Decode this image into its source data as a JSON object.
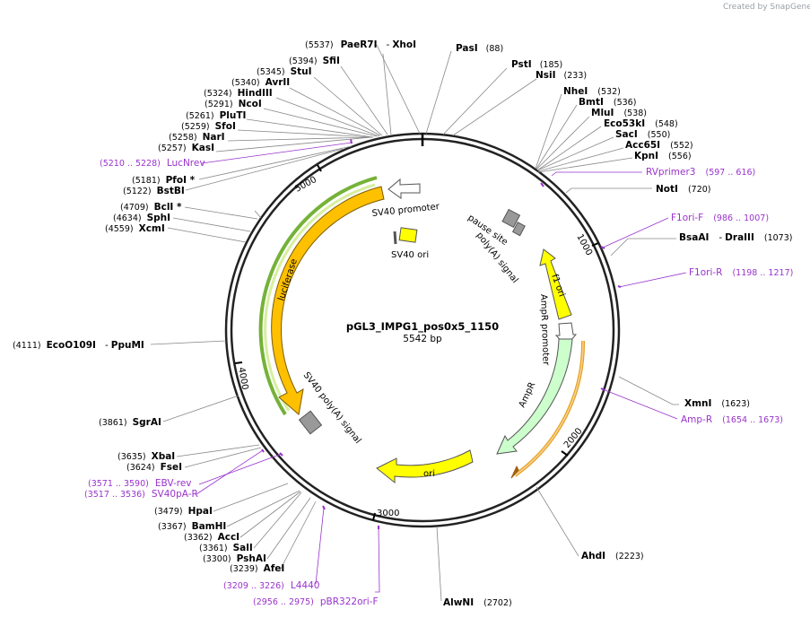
{
  "watermark": "Created by SnapGene",
  "plasmid": {
    "name": "pGL3_IMPG1_pos0x5_1150",
    "length": "5542 bp"
  },
  "ticks": [
    "1000",
    "2000",
    "3000",
    "4000",
    "5000"
  ],
  "sites": [
    {
      "pos": "(5537)",
      "name": "PaeR7I",
      "extra": "XhoI"
    },
    {
      "pos": "(88)",
      "name": "PasI"
    },
    {
      "pos": "(185)",
      "name": "PstI"
    },
    {
      "pos": "(233)",
      "name": "NsiI"
    },
    {
      "pos": "(532)",
      "name": "NheI"
    },
    {
      "pos": "(536)",
      "name": "BmtI"
    },
    {
      "pos": "(538)",
      "name": "MluI"
    },
    {
      "pos": "(548)",
      "name": "Eco53kI"
    },
    {
      "pos": "(550)",
      "name": "SacI"
    },
    {
      "pos": "(552)",
      "name": "Acc65I"
    },
    {
      "pos": "(556)",
      "name": "KpnI"
    },
    {
      "pos": "(720)",
      "name": "NotI"
    },
    {
      "pos": "(1073)",
      "name": "BsaAI",
      "extra": "DraIII"
    },
    {
      "pos": "(1623)",
      "name": "XmnI"
    },
    {
      "pos": "(2223)",
      "name": "AhdI"
    },
    {
      "pos": "(2702)",
      "name": "AlwNI"
    },
    {
      "pos": "(5394)",
      "name": "SfiI"
    },
    {
      "pos": "(5345)",
      "name": "StuI"
    },
    {
      "pos": "(5340)",
      "name": "AvrII"
    },
    {
      "pos": "(5324)",
      "name": "HindIII"
    },
    {
      "pos": "(5291)",
      "name": "NcoI"
    },
    {
      "pos": "(5261)",
      "name": "PluTI"
    },
    {
      "pos": "(5259)",
      "name": "SfoI"
    },
    {
      "pos": "(5258)",
      "name": "NarI"
    },
    {
      "pos": "(5257)",
      "name": "KasI"
    },
    {
      "pos": "(5181)",
      "name": "PfoI *"
    },
    {
      "pos": "(5122)",
      "name": "BstBI"
    },
    {
      "pos": "(4709)",
      "name": "BclI *"
    },
    {
      "pos": "(4634)",
      "name": "SphI"
    },
    {
      "pos": "(4559)",
      "name": "XcmI"
    },
    {
      "pos": "(4111)",
      "name": "EcoO109I",
      "extra": "PpuMI"
    },
    {
      "pos": "(3861)",
      "name": "SgrAI"
    },
    {
      "pos": "(3635)",
      "name": "XbaI"
    },
    {
      "pos": "(3624)",
      "name": "FseI"
    },
    {
      "pos": "(3479)",
      "name": "HpaI"
    },
    {
      "pos": "(3367)",
      "name": "BamHI"
    },
    {
      "pos": "(3362)",
      "name": "AccI"
    },
    {
      "pos": "(3361)",
      "name": "SalI"
    },
    {
      "pos": "(3300)",
      "name": "PshAI"
    },
    {
      "pos": "(3239)",
      "name": "AfeI"
    }
  ],
  "primers": [
    {
      "range": "(597 .. 616)",
      "name": "RVprimer3"
    },
    {
      "range": "(986 .. 1007)",
      "name": "F1ori-F"
    },
    {
      "range": "(1198 .. 1217)",
      "name": "F1ori-R"
    },
    {
      "range": "(1654 .. 1673)",
      "name": "Amp-R"
    },
    {
      "range": "(5210 .. 5228)",
      "name": "LucNrev"
    },
    {
      "range": "(3571 .. 3590)",
      "name": "EBV-rev"
    },
    {
      "range": "(3517 .. 3536)",
      "name": "SV40pA-R"
    },
    {
      "range": "(3209 .. 3226)",
      "name": "L4440"
    },
    {
      "range": "(2956 .. 2975)",
      "name": "pBR322ori-F"
    }
  ],
  "features": [
    {
      "name": "SV40 promoter"
    },
    {
      "name": "SV40 ori"
    },
    {
      "name": "pause site"
    },
    {
      "name": "poly(A) signal"
    },
    {
      "name": "f1 ori"
    },
    {
      "name": "AmpR promoter"
    },
    {
      "name": "AmpR"
    },
    {
      "name": "ori"
    },
    {
      "name": "SV40 poly(A) signal"
    },
    {
      "name": "luciferase"
    }
  ],
  "colors": {
    "primer": "#9933cc",
    "luciferase": "#ffc000",
    "ori": "#ffff00",
    "ampr": "#ccffcc",
    "promoter": "#ffffff",
    "terminator": "#999999",
    "highlight_green": "#66aa22",
    "highlight_orange": "#e8a020"
  }
}
